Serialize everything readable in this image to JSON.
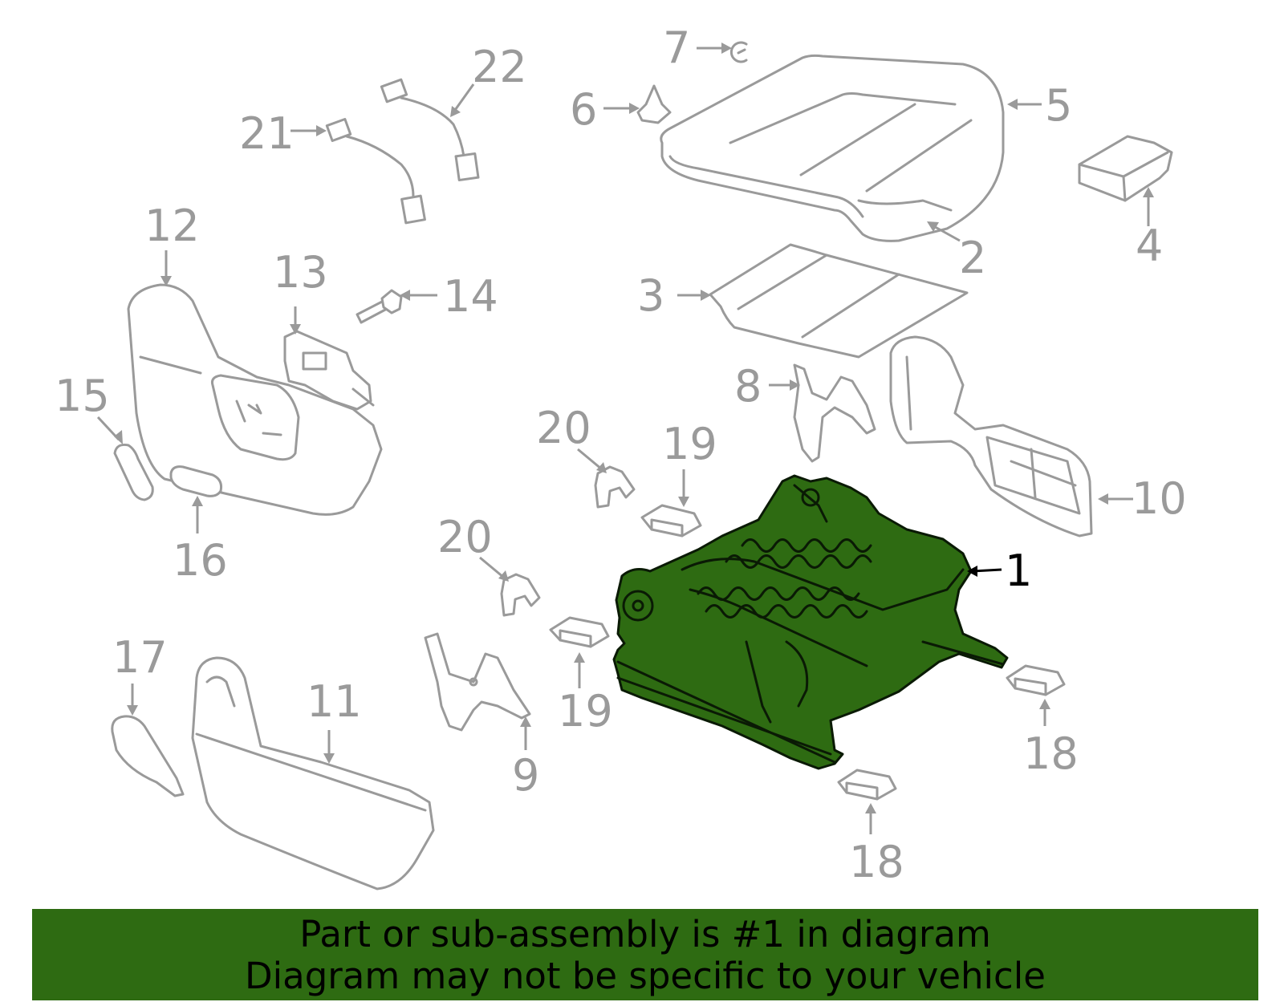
{
  "callouts": {
    "c1": "1",
    "c2": "2",
    "c3": "3",
    "c4": "4",
    "c5": "5",
    "c6": "6",
    "c7": "7",
    "c8": "8",
    "c9": "9",
    "c10": "10",
    "c11": "11",
    "c12": "12",
    "c13": "13",
    "c14": "14",
    "c15": "15",
    "c16": "16",
    "c17": "17",
    "c18a": "18",
    "c18b": "18",
    "c19a": "19",
    "c19b": "19",
    "c20a": "20",
    "c20b": "20",
    "c21": "21",
    "c22": "22"
  },
  "highlighted_part": "1",
  "colors": {
    "highlight": "#2e6b12",
    "line": "#9a9a9a",
    "banner": "#2e6b12"
  },
  "banner": {
    "line1": "Part or sub-assembly is #1 in diagram",
    "line2": "Diagram may not be specific to your vehicle"
  }
}
